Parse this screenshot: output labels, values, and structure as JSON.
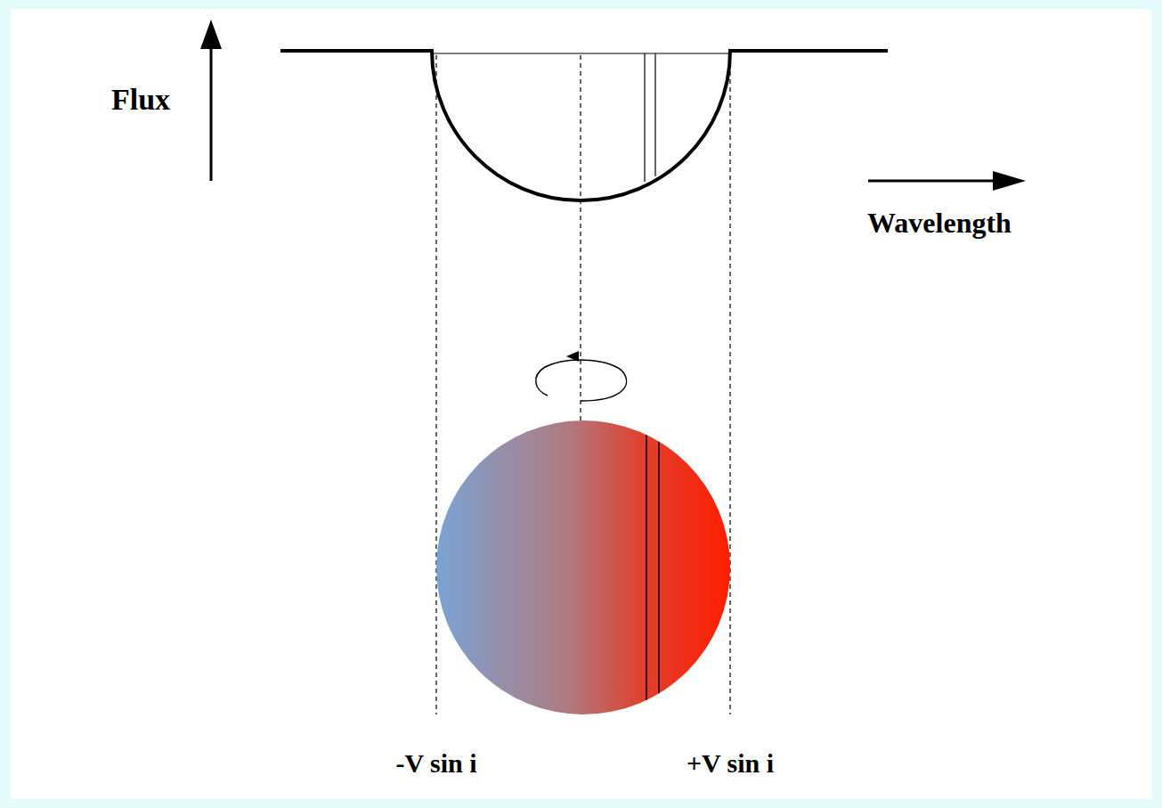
{
  "diagram": {
    "labels": [
      "Flux",
      "Wavelength",
      "-V sin i",
      "+V sin i"
    ]
  }
}
